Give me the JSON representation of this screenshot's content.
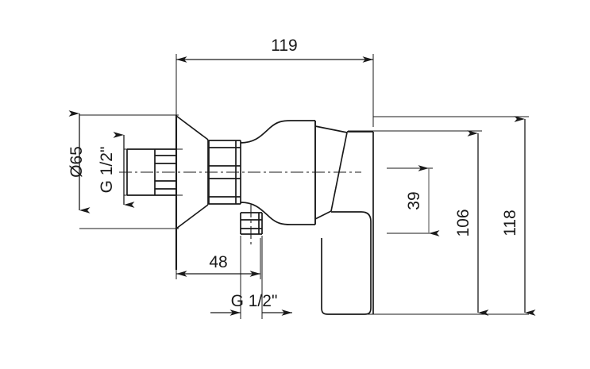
{
  "drawing": {
    "title": "shower-mixer-tap-technical-drawing",
    "type": "engineering dimension drawing",
    "line_color": "#1a1a1a",
    "background_color": "#ffffff",
    "dimension_color": "#1a1a1a",
    "centerline_color": "#1a1a1a"
  },
  "dimensions": {
    "overall_width": "119",
    "flange_diameter": "Ø65",
    "inlet_thread": "G 1/2\"",
    "outlet_thread": "G 1/2\"",
    "wall_to_outlet": "48",
    "outlet_height": "39",
    "handle_height": "106",
    "overall_height": "118"
  },
  "labels": [
    {
      "id": "dim-119",
      "text": "119",
      "orientation": "horizontal"
    },
    {
      "id": "dim-d65",
      "text": "Ø65",
      "orientation": "vertical"
    },
    {
      "id": "dim-g-half-in",
      "text": "G 1/2\"",
      "orientation": "vertical"
    },
    {
      "id": "dim-39",
      "text": "39",
      "orientation": "vertical"
    },
    {
      "id": "dim-106",
      "text": "106",
      "orientation": "vertical"
    },
    {
      "id": "dim-118",
      "text": "118",
      "orientation": "vertical"
    },
    {
      "id": "dim-48",
      "text": "48",
      "orientation": "horizontal"
    },
    {
      "id": "dim-g-half-out",
      "text": "G 1/2\"",
      "orientation": "horizontal"
    }
  ]
}
